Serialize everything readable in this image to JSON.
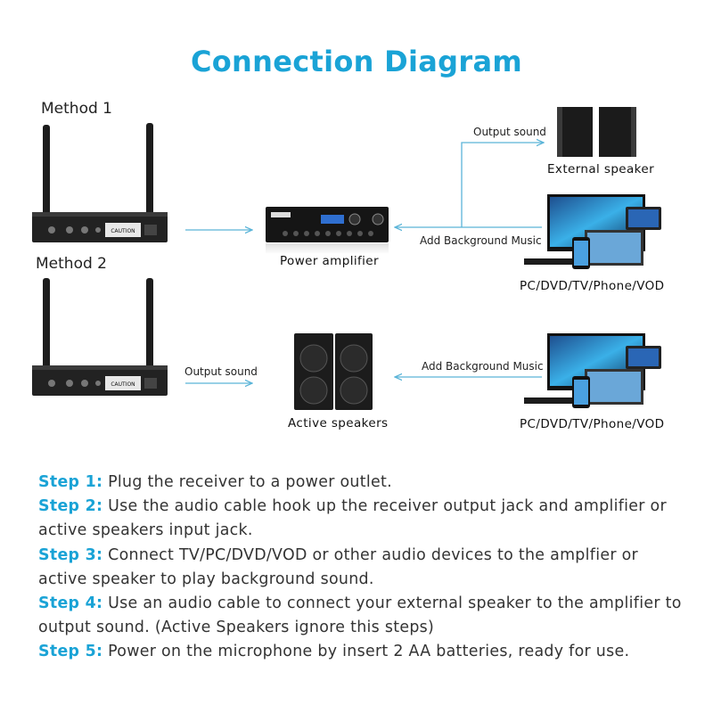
{
  "title": "Connection Diagram",
  "method1": {
    "label": "Method 1",
    "flow_output_label": "Output sound",
    "flow_music_label": "Add Background Music",
    "amplifier_caption": "Power amplifier",
    "speaker_caption": "External speaker",
    "devices_caption": "PC/DVD/TV/Phone/VOD",
    "receiver_caution": "CAUTION"
  },
  "method2": {
    "label": "Method 2",
    "flow_output_label": "Output sound",
    "flow_music_label": "Add Background Music",
    "speakers_caption": "Active speakers",
    "devices_caption": "PC/DVD/TV/Phone/VOD",
    "receiver_caution": "CAUTION"
  },
  "steps": [
    {
      "key": "Step 1:",
      "lines": [
        " Plug the receiver to a power outlet."
      ]
    },
    {
      "key": "Step 2:",
      "lines": [
        " Use the audio cable hook up the receiver output jack and amplifier or",
        "active speakers input jack."
      ]
    },
    {
      "key": "Step 3:",
      "lines": [
        " Connect TV/PC/DVD/VOD or other audio devices to the amplfier or",
        "active speaker to play background sound."
      ]
    },
    {
      "key": "Step 4:",
      "lines": [
        " Use an audio cable to connect your external speaker to the amplifier to",
        "output sound. (Active Speakers ignore this steps)"
      ]
    },
    {
      "key": "Step 5:",
      "lines": [
        " Power on the microphone by insert 2 AA batteries, ready for use."
      ]
    }
  ],
  "colors": {
    "accent": "#1aa3d6",
    "arrow": "#5ab4d8",
    "device_dark": "#1c1c1c"
  }
}
